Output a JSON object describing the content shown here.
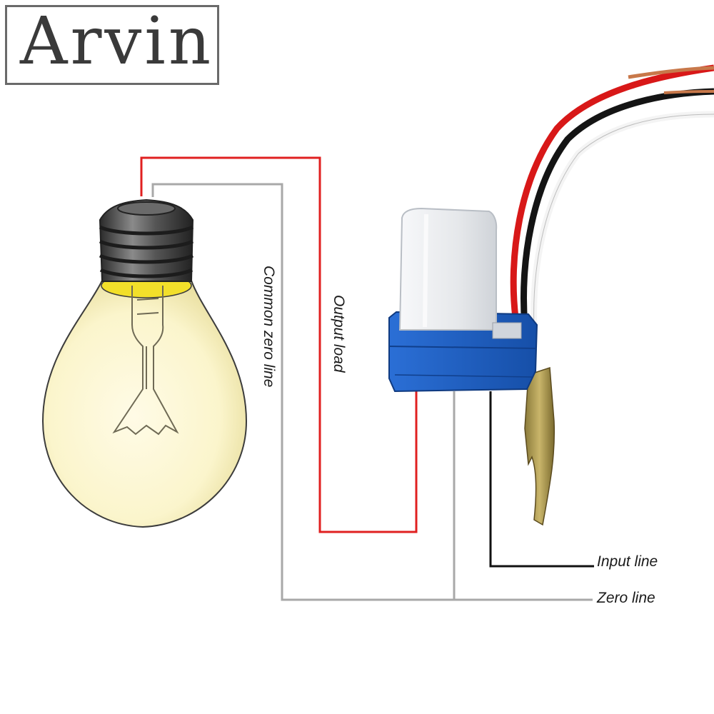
{
  "logo": {
    "text": "Arvin"
  },
  "labels": {
    "common_zero_line": "Common zero line",
    "output_load": "Output load",
    "input_line": "Input line",
    "zero_line": "Zero line"
  },
  "colors": {
    "output_wire": "#e02020",
    "zero_wire": "#a8a8a8",
    "input_wire": "#111111",
    "sensor_base": "#1f5fc4",
    "sensor_cap": "#eef0f2",
    "bulb_glass": "#fbf7d8",
    "bulb_socket": "#444444"
  },
  "icons": [
    "light-bulb-icon",
    "photo-sensor-switch-icon",
    "mounting-bracket-icon"
  ]
}
